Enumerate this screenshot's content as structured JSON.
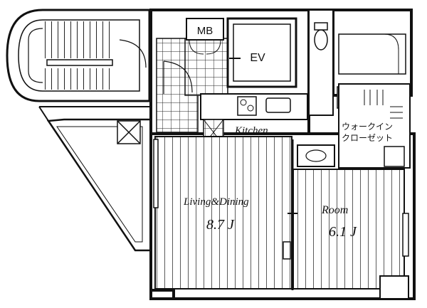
{
  "rooms": {
    "mb": "MB",
    "ev": "EV",
    "kitchen": "Kitchen",
    "living_dining": "Living&Dining",
    "living_dining_size": "8.7 J",
    "room": "Room",
    "room_size": "6.1 J",
    "walk_in_closet_line1": "ウォークイン",
    "walk_in_closet_line2": "クローゼット"
  }
}
